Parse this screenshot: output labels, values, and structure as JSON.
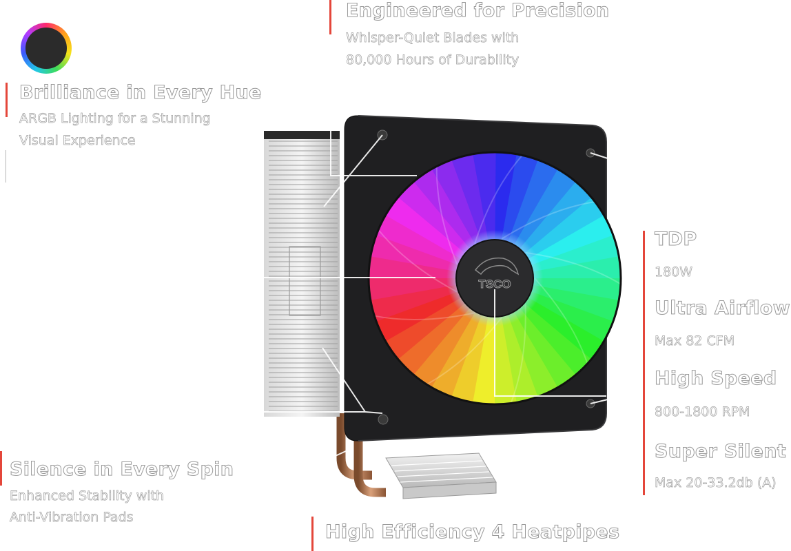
{
  "features": {
    "precision": {
      "title": "Engineered for Precision",
      "line1": "Whisper-Quiet Blades with",
      "line2": "80,000 Hours of Durability"
    },
    "hue": {
      "title": "Brilliance in Every Hue",
      "line1": "ARGB Lighting for a Stunning",
      "line2": "Visual Experience"
    },
    "silence": {
      "title": "Silence in Every Spin",
      "line1": "Enhanced Stability with",
      "line2": "Anti-Vibration Pads"
    },
    "heatpipes": {
      "title": "High Efficiency 4 Heatpipes"
    }
  },
  "specs": [
    {
      "label": "TDP",
      "value": "180W"
    },
    {
      "label": "Ultra Airflow",
      "value": "Max 82 CFM"
    },
    {
      "label": "High Speed",
      "value": "800-1800 RPM"
    },
    {
      "label": "Super Silent",
      "value": "Max 20-33.2db (A)"
    }
  ],
  "brand": {
    "hub_logo_text": "TSCO"
  },
  "colors": {
    "accent": "#e4463a",
    "outline_text": "#9a9a9a",
    "fan_frame": "#1f1f21",
    "heatpipe": "#b8764a"
  },
  "icons": {
    "rgb_ring": "rgb-ring-icon"
  }
}
